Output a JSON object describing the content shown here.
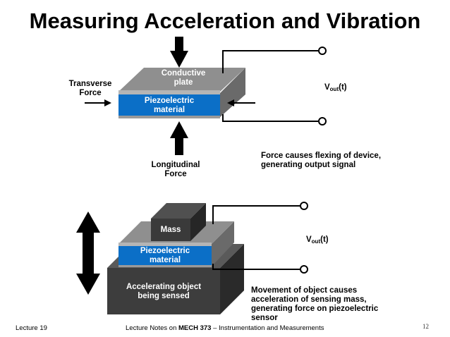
{
  "slide": {
    "title": "Measuring Acceleration and Vibration",
    "page_number": "12"
  },
  "top_sensor": {
    "conductive_plate_line1": "Conductive",
    "conductive_plate_line2": "plate",
    "piezo_line1": "Piezoelectric",
    "piezo_line2": "material",
    "transverse_line1": "Transverse",
    "transverse_line2": "Force",
    "longitudinal_line1": "Longitudinal",
    "longitudinal_line2": "Force",
    "vout_main": "V",
    "vout_sub": "out",
    "vout_arg": "(t)",
    "caption_line1": "Force causes flexing of device,",
    "caption_line2": "generating output signal"
  },
  "bottom_sensor": {
    "mass_label": "Mass",
    "piezo_line1": "Piezoelectric",
    "piezo_line2": "material",
    "object_line1": "Accelerating object",
    "object_line2": "being sensed",
    "vout_main": "V",
    "vout_sub": "out",
    "vout_arg": "(t)",
    "caption_line1": "Movement of object causes",
    "caption_line2": "acceleration of sensing mass,",
    "caption_line3": "generating force on piezoelectric",
    "caption_line4": "sensor"
  },
  "footer": {
    "lecture": "Lecture 19",
    "notes_prefix": "Lecture Notes on ",
    "course": "MECH 373",
    "notes_suffix": " – Instrumentation and Measurements"
  },
  "colors": {
    "piezo_blue": "#0b6fc7",
    "plate_gray": "#8e8e8e",
    "object_dark": "#3d3d3d"
  }
}
